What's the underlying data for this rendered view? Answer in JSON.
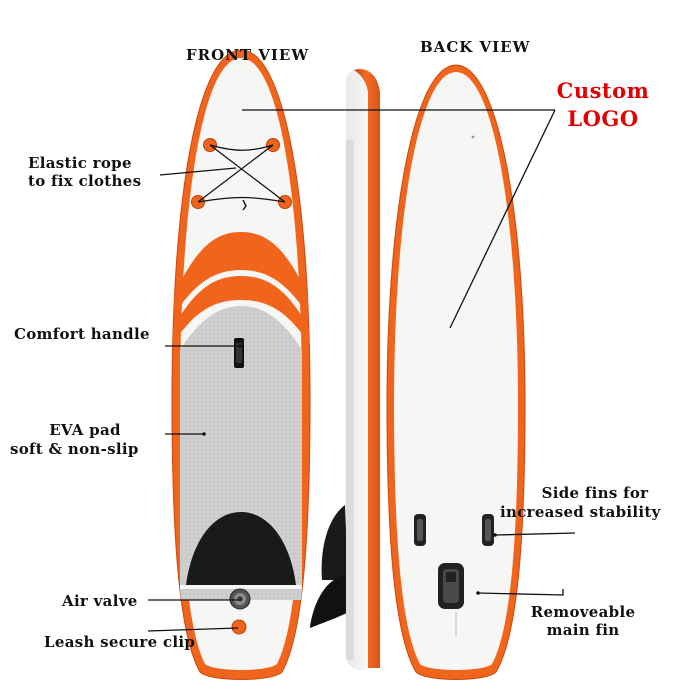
{
  "titles": {
    "front": "FRONT VIEW",
    "back": "BACK VIEW"
  },
  "custom_logo": {
    "line1": "Custom",
    "line2": "LOGO"
  },
  "callouts": {
    "elastic_rope": [
      "Elastic rope",
      "to fix clothes"
    ],
    "comfort_handle": "Comfort handle",
    "eva_pad": [
      "EVA pad",
      "soft & non-slip"
    ],
    "air_valve": "Air valve",
    "leash_clip": "Leash secure clip",
    "side_fins": [
      "Side fins for",
      "increased stability"
    ],
    "main_fin": [
      "Removeable",
      "main fin"
    ]
  },
  "colors": {
    "accent_orange": "#f0641c",
    "board_white": "#f6f6f4",
    "pad_gray": "#c9c9c9",
    "pad_black": "#1a1a1a",
    "logo_red": "#e30000"
  }
}
